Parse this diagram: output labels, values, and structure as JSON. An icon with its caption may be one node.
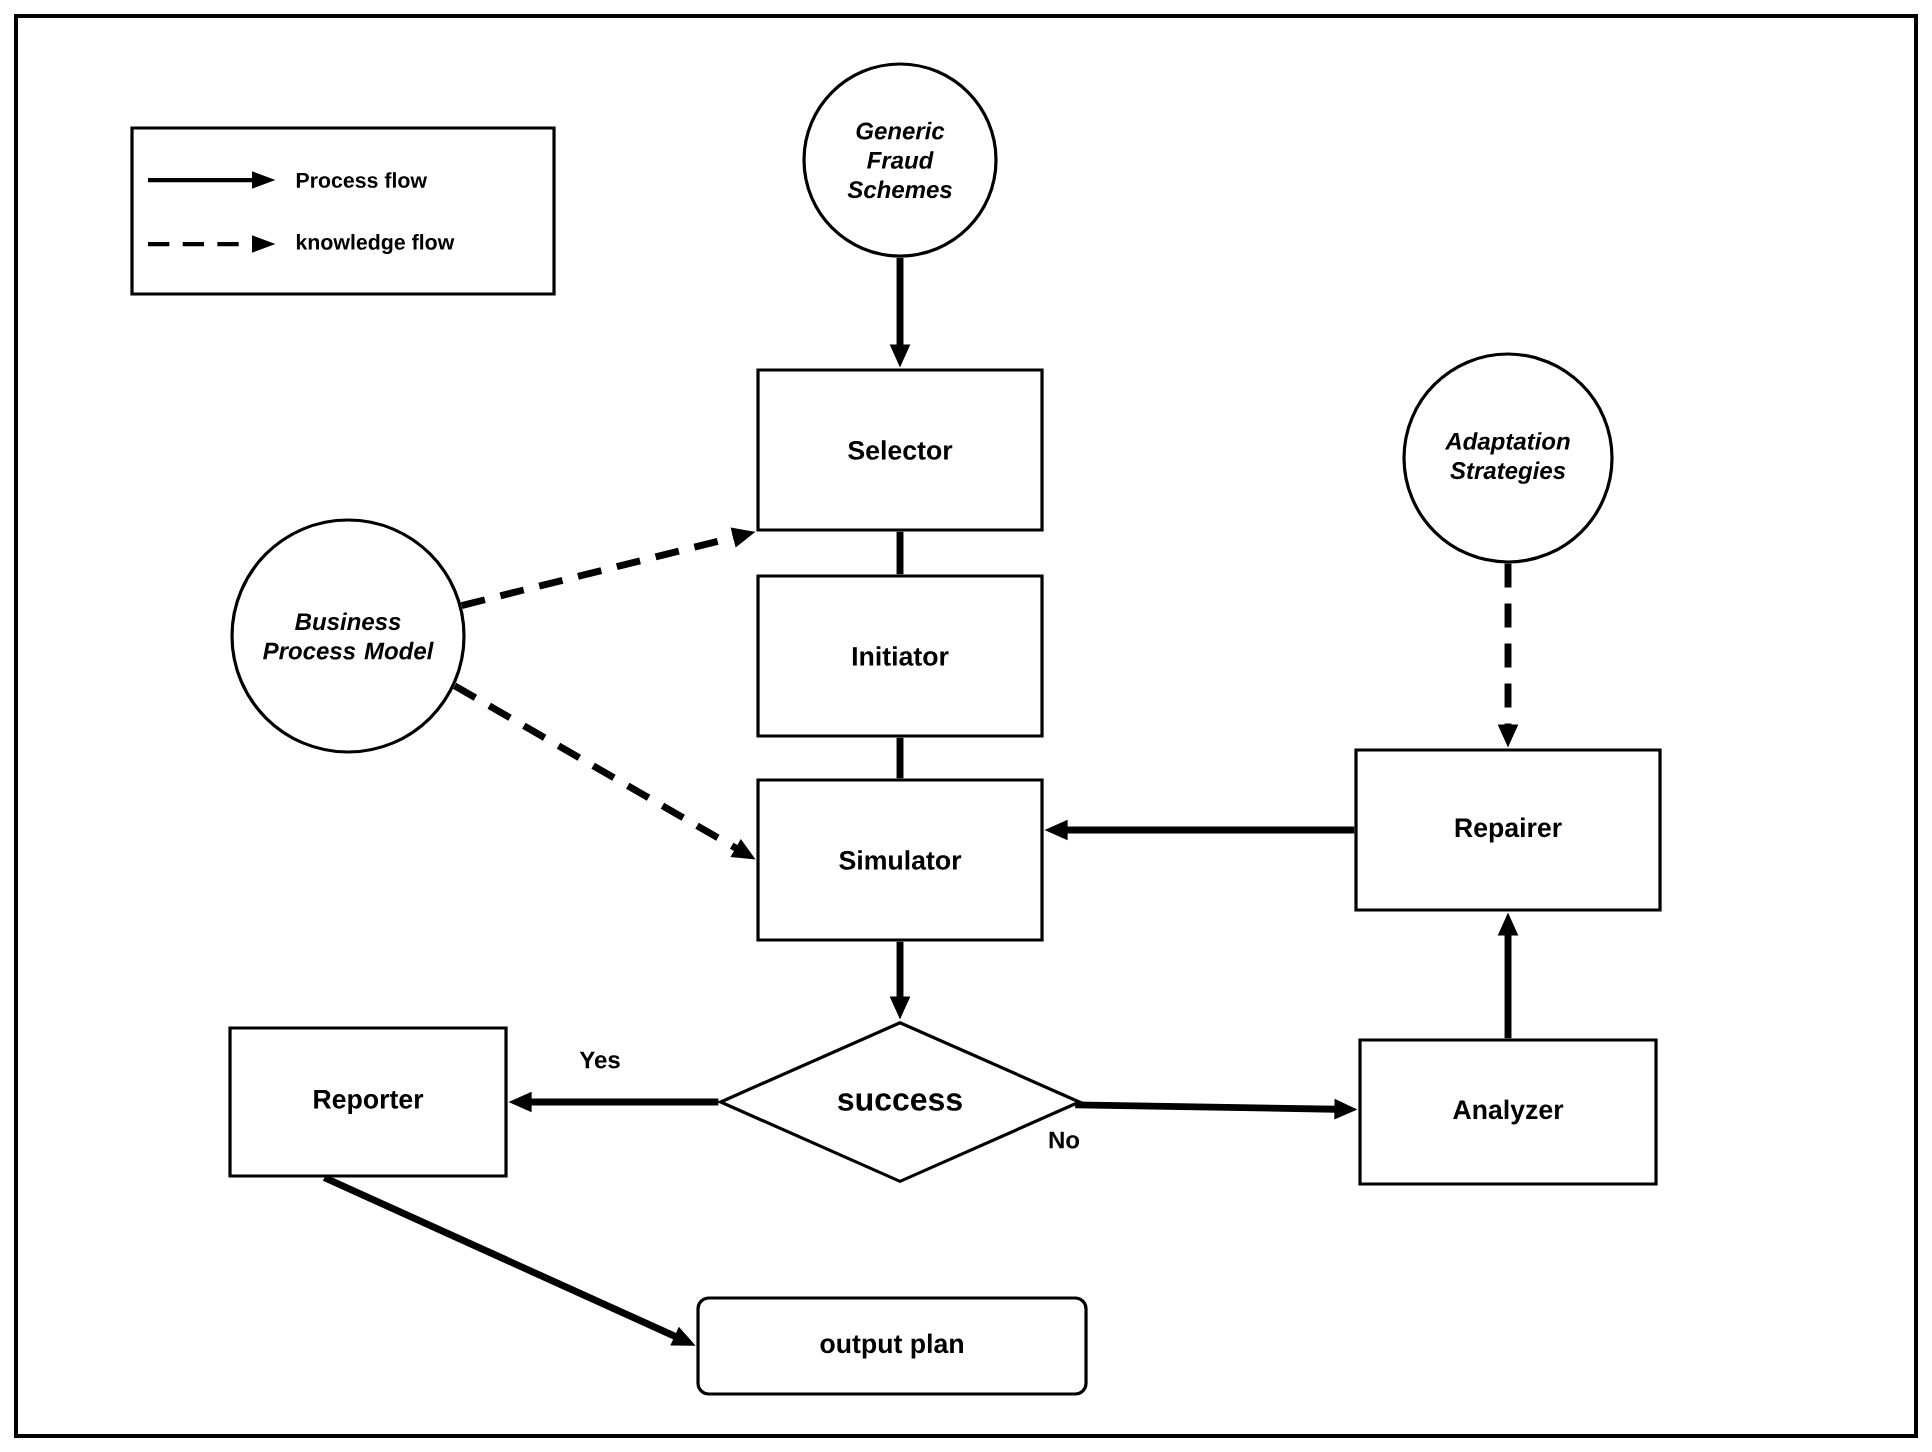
{
  "diagram": {
    "nodes": [
      {
        "text": [
          "Generic Fraud Schemes"
        ]
      },
      {
        "text": [
          "Selector"
        ]
      },
      {
        "text": [
          "Adaptation Strategies"
        ]
      },
      {
        "text": [
          "Business Process Model"
        ]
      },
      {
        "text": [
          "Initiator"
        ]
      },
      {
        "text": [
          "Repairer"
        ]
      },
      {
        "text": [
          "Simulator"
        ]
      },
      {
        "text": [
          "Reporter"
        ]
      },
      {
        "text": [
          "success"
        ]
      },
      {
        "text": [
          "Analyzer"
        ]
      },
      {
        "text": [
          "output plan"
        ]
      }
    ],
    "edges": [
      {
        "from": 0,
        "to": 1,
        "arrow": "to"
      },
      {
        "from": 1,
        "to": 4,
        "arrow": "none"
      },
      {
        "from": 4,
        "to": 6,
        "arrow": "none"
      },
      {
        "from": 3,
        "to": 1,
        "arrow": "to",
        "style": "dashed"
      },
      {
        "from": 3,
        "to": 6,
        "arrow": "to",
        "style": "dashed"
      },
      {
        "from": 2,
        "to": 5,
        "arrow": "to",
        "style": "dashed"
      },
      {
        "from": 5,
        "to": 6,
        "arrow": "to"
      },
      {
        "from": 6,
        "to": 8,
        "arrow": "to"
      },
      {
        "from": 8,
        "to": 7,
        "arrow": "to",
        "label": "Yes"
      },
      {
        "from": 8,
        "to": 9,
        "arrow": "to",
        "label": "No"
      },
      {
        "from": 9,
        "to": 5,
        "arrow": "to"
      },
      {
        "from": 7,
        "to": 10,
        "arrow": "to"
      }
    ],
    "legend": [
      {
        "text": "Process flow"
      },
      {
        "text": "knowledge flow"
      }
    ]
  }
}
